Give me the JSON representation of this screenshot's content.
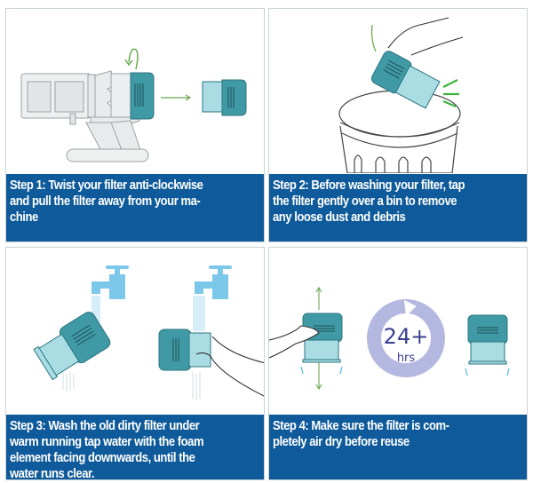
{
  "steps": [
    {
      "number": 1,
      "caption_lines": [
        "Step 1: Twist your filter anti-clockwise",
        "and pull the filter away from your ma-",
        "chine"
      ],
      "illustration": "vacuum-filter-removal"
    },
    {
      "number": 2,
      "caption_lines": [
        "Step 2: Before washing your filter, tap",
        "the filter gently over a bin to remove",
        "any loose dust and debris"
      ],
      "illustration": "tap-filter-over-bin"
    },
    {
      "number": 3,
      "caption_lines": [
        "Step 3: Wash the old dirty filter under",
        "warm running tap water with the foam",
        "element facing downwards,  until the",
        "water runs clear."
      ],
      "illustration": "wash-filter-under-tap"
    },
    {
      "number": 4,
      "caption_lines": [
        "Step 4:  Make sure the filter is com-",
        "pletely air dry before reuse"
      ],
      "illustration": "air-dry-filter",
      "dry_time": {
        "value": "24+",
        "unit": "hrs"
      }
    }
  ],
  "colors": {
    "caption_bg": "#0e5a9a",
    "caption_text": "#ffffff",
    "filter_teal": "#3f9aa5",
    "filter_light": "#a9dde3",
    "arrow_green": "#6aa84f",
    "tap_blue": "#7cc8ea",
    "timer_ring": "#b4b8e0",
    "timer_text": "#3c3f91",
    "panel_border": "#c9d3d6"
  }
}
